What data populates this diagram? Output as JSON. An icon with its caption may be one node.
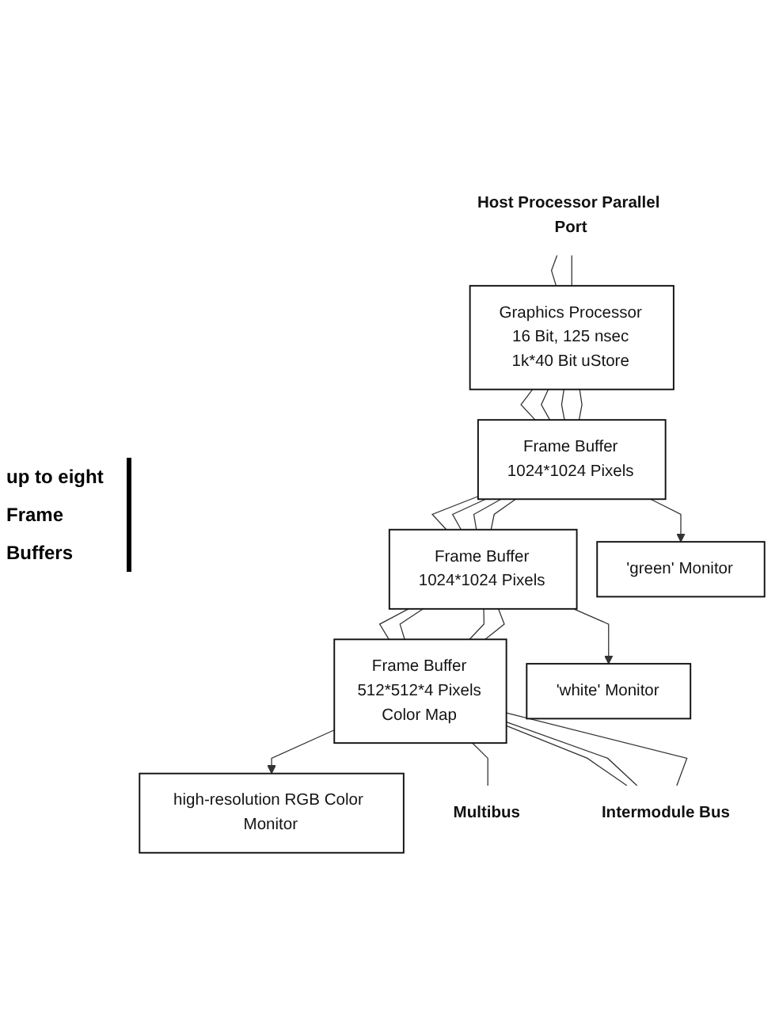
{
  "diagram": {
    "nodes": [
      {
        "text": [
          "Host Processor Parallel Port"
        ]
      },
      {
        "text": [
          "Graphics Processor",
          "16 Bit, 125 nsec",
          "1k*40 Bit uStore"
        ]
      },
      {
        "text": [
          "Frame Buffer",
          "1024*1024 Pixels"
        ]
      },
      {
        "text": [
          "'green' Monitor"
        ]
      },
      {
        "text": [
          "Frame Buffer",
          "1024*1024 Pixels"
        ]
      },
      {
        "text": [
          "'white' Monitor"
        ]
      },
      {
        "text": [
          "Frame Buffer",
          "512*512*4 Pixels",
          "Color Map"
        ]
      },
      {
        "text": [
          "high-resolution RGB Color Monitor"
        ]
      },
      {
        "text": [
          "Multibus"
        ]
      },
      {
        "text": [
          "Intermodule Bus"
        ]
      }
    ],
    "edges": [
      {
        "from": 0,
        "to": 1,
        "arrow": "none"
      },
      {
        "from": 0,
        "to": 1,
        "arrow": "none"
      },
      {
        "from": 1,
        "to": 2,
        "arrow": "none"
      },
      {
        "from": 1,
        "to": 2,
        "arrow": "none"
      },
      {
        "from": 1,
        "to": 2,
        "arrow": "none"
      },
      {
        "from": 1,
        "to": 2,
        "arrow": "none"
      },
      {
        "from": 2,
        "to": 3,
        "arrow": "to"
      },
      {
        "from": 2,
        "to": 4,
        "arrow": "none"
      },
      {
        "from": 2,
        "to": 4,
        "arrow": "none"
      },
      {
        "from": 2,
        "to": 4,
        "arrow": "none"
      },
      {
        "from": 2,
        "to": 4,
        "arrow": "none"
      },
      {
        "from": 4,
        "to": 5,
        "arrow": "to"
      },
      {
        "from": 4,
        "to": 6,
        "arrow": "none"
      },
      {
        "from": 4,
        "to": 6,
        "arrow": "none"
      },
      {
        "from": 4,
        "to": 6,
        "arrow": "none"
      },
      {
        "from": 4,
        "to": 6,
        "arrow": "none"
      },
      {
        "from": 6,
        "to": 7,
        "arrow": "to"
      },
      {
        "from": 6,
        "to": 8,
        "arrow": "none"
      },
      {
        "from": 6,
        "to": 9,
        "arrow": "none"
      },
      {
        "from": 6,
        "to": 9,
        "arrow": "none"
      },
      {
        "from": 6,
        "to": 9,
        "arrow": "none"
      }
    ],
    "labels": [
      "up to eight Frame Buffers"
    ]
  }
}
